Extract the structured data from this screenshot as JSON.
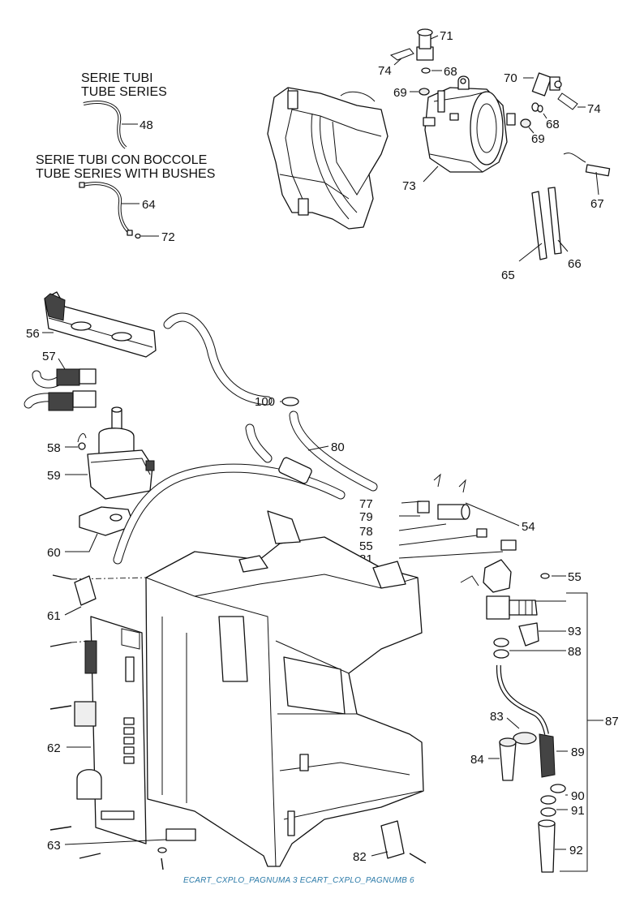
{
  "headings": {
    "tube_series_it": "SERIE TUBI",
    "tube_series_en": "TUBE SERIES",
    "tube_bush_it": "SERIE TUBI CON BOCCOLE",
    "tube_bush_en": "TUBE SERIES WITH BUSHES"
  },
  "callouts": {
    "c48": "48",
    "c64": "64",
    "c72": "72",
    "c71": "71",
    "c74a": "74",
    "c68a": "68",
    "c69a": "69",
    "c70": "70",
    "c74b": "74",
    "c68b": "68",
    "c69b": "69",
    "c73": "73",
    "c67": "67",
    "c65": "65",
    "c66": "66",
    "c56": "56",
    "c57": "57",
    "c100": "100",
    "c58": "58",
    "c80": "80",
    "c59": "59",
    "c77": "77",
    "c79": "79",
    "c54": "54",
    "c78": "78",
    "c55a": "55",
    "c81": "81",
    "c60": "60",
    "c55b": "55",
    "c61": "61",
    "c93": "93",
    "c88": "88",
    "c62": "62",
    "c83": "83",
    "c87": "87",
    "c84": "84",
    "c89": "89",
    "c90": "90",
    "c91": "91",
    "c63": "63",
    "c82": "82",
    "c92": "92"
  },
  "footer": "ECART_CXPLO_PAGNUMA 3 ECART_CXPLO_PAGNUMB 6"
}
